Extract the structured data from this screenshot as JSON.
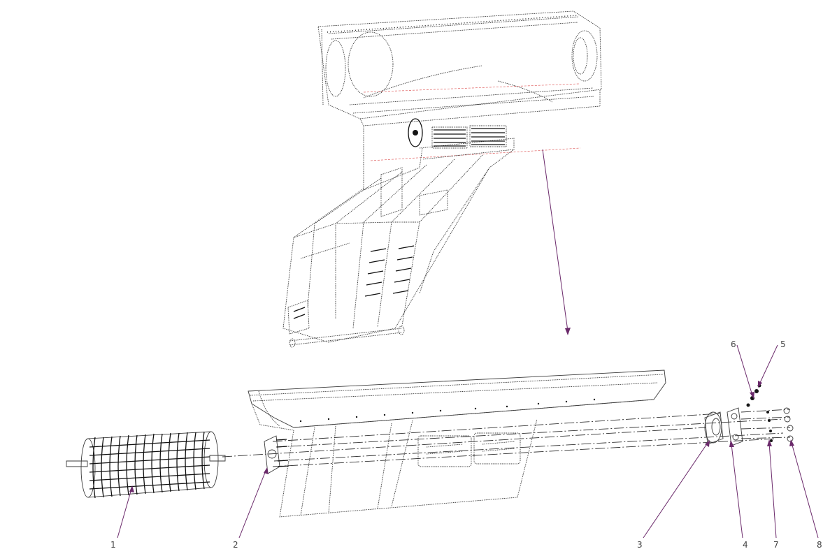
{
  "callouts": [
    {
      "id": "1",
      "label": "1"
    },
    {
      "id": "2",
      "label": "2"
    },
    {
      "id": "3",
      "label": "3"
    },
    {
      "id": "4",
      "label": "4"
    },
    {
      "id": "5",
      "label": "5"
    },
    {
      "id": "6",
      "label": "6"
    },
    {
      "id": "7",
      "label": "7"
    },
    {
      "id": "8",
      "label": "8"
    }
  ],
  "colors": {
    "leader": "#6b2a6b",
    "linework": "#3a3a3a",
    "reference_line": "#e06060"
  }
}
